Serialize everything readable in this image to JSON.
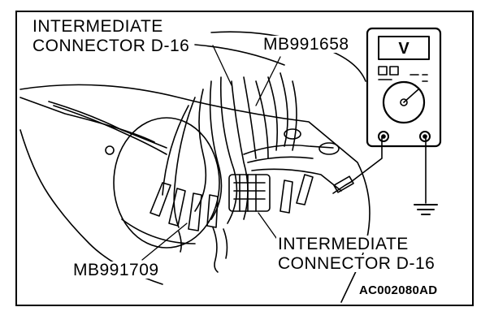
{
  "labels": {
    "connector_top_line1": "INTERMEDIATE",
    "connector_top_line2": "CONNECTOR D-16",
    "connector_bottom_line1": "INTERMEDIATE",
    "connector_bottom_line2": "CONNECTOR D-16",
    "tool_mb991658": "MB991658",
    "tool_mb991709": "MB991709",
    "figure_code": "AC002080AD"
  },
  "meter": {
    "display_symbol": "V"
  },
  "icons": [
    "voltmeter-icon",
    "ground-symbol-icon",
    "alligator-clip-icon",
    "connector-icon"
  ]
}
